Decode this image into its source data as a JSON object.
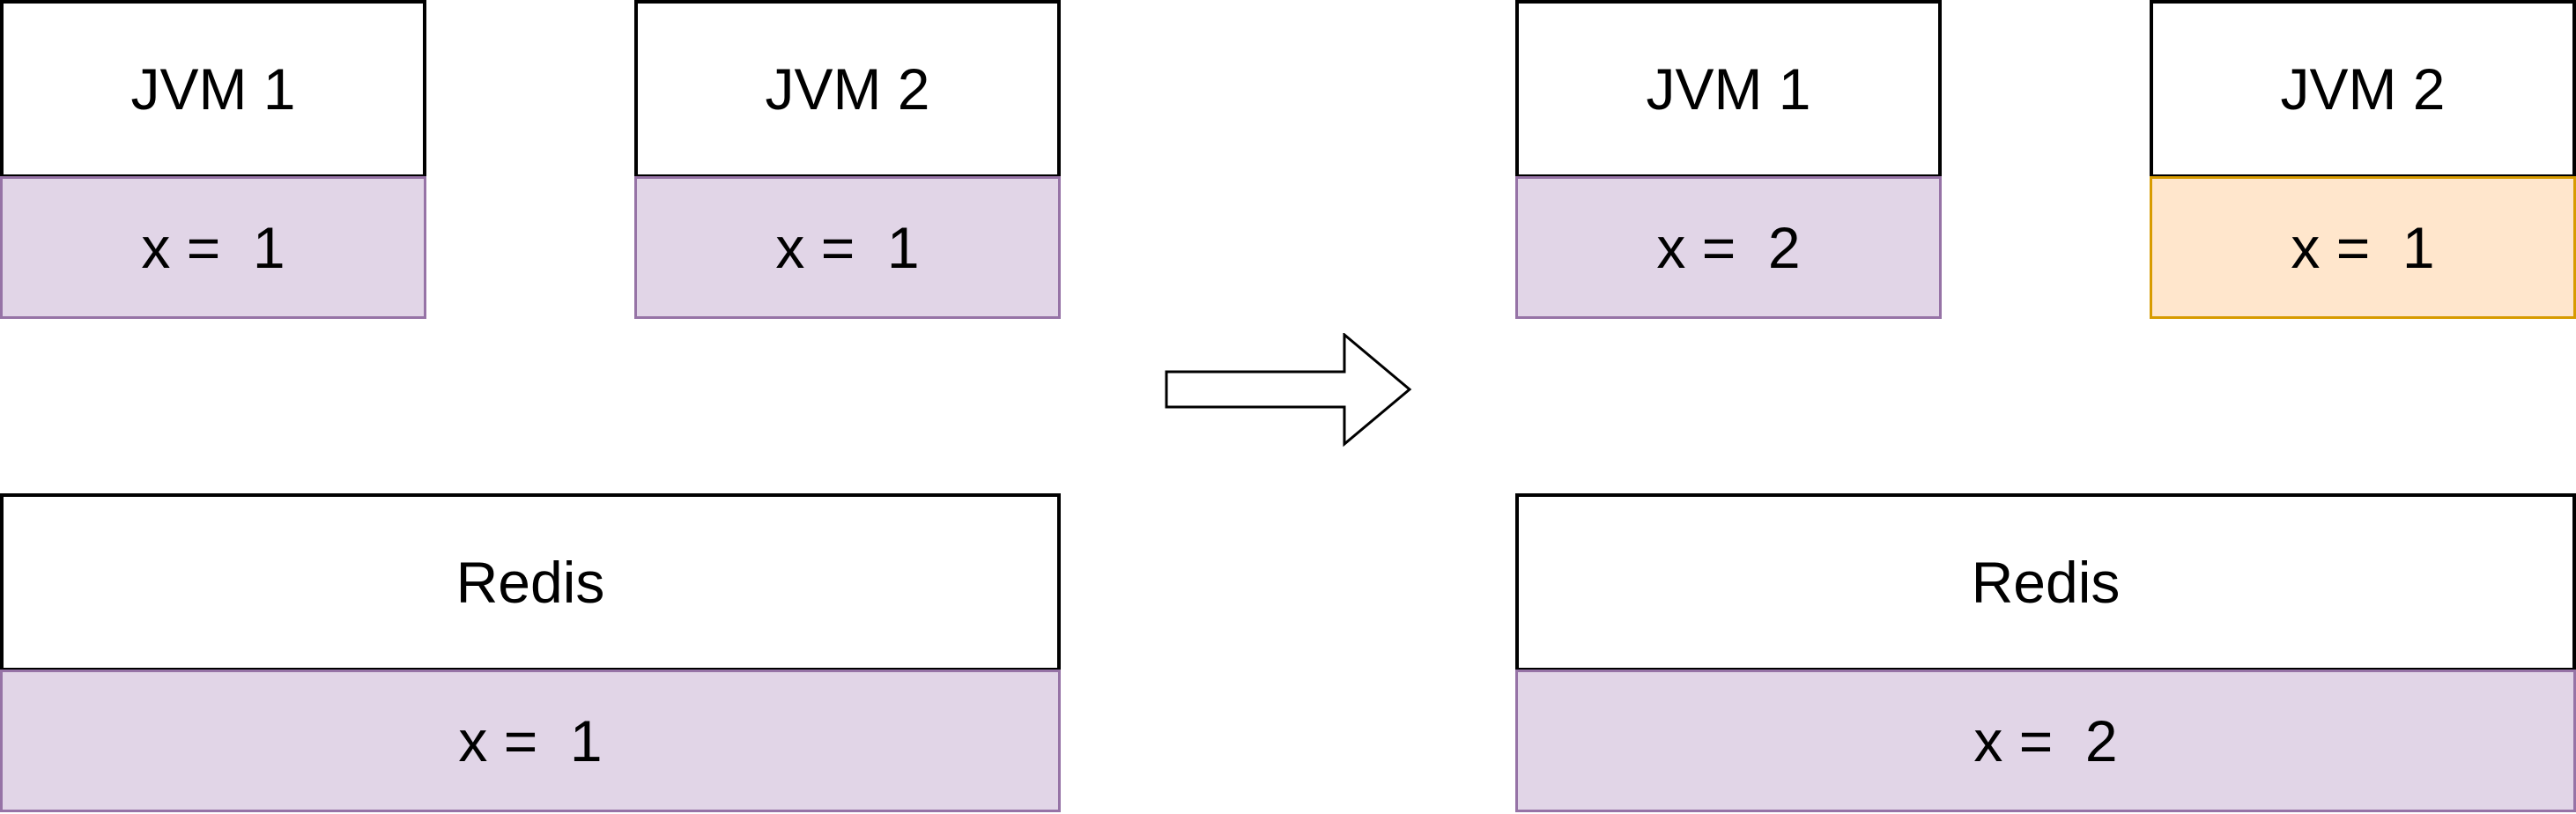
{
  "before": {
    "jvm1": {
      "name": "JVM 1",
      "value": "x =  1"
    },
    "jvm2": {
      "name": "JVM 2",
      "value": "x =  1"
    },
    "redis": {
      "name": "Redis",
      "value": "x =  1"
    }
  },
  "after": {
    "jvm1": {
      "name": "JVM 1",
      "value": "x =  2"
    },
    "jvm2": {
      "name": "JVM 2",
      "value": "x =  1"
    },
    "redis": {
      "name": "Redis",
      "value": "x =  2"
    }
  },
  "colors": {
    "value_fill": "#e1d5e7",
    "value_border": "#9673a6",
    "stale_fill": "#ffe6cc",
    "stale_border": "#d79b00"
  }
}
